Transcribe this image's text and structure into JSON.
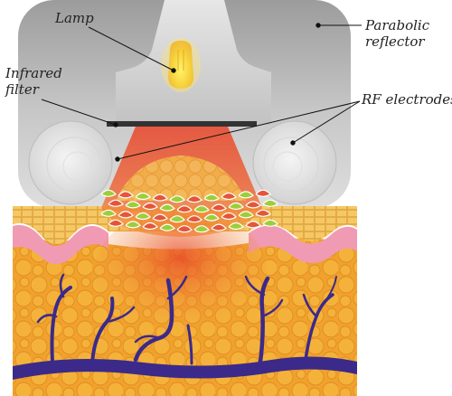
{
  "labels": {
    "lamp": "Lamp",
    "reflector_line1": "Parabolic",
    "reflector_line2": "reflector",
    "filter_line1": "Infrared",
    "filter_line2": "filter",
    "electrodes": "RF electrodes"
  },
  "colors": {
    "reflector": "#b9b9b9",
    "lamp_glow": "#f6d23c",
    "filter": "#333333",
    "light_cone": "#e8452a",
    "skin_top": "#f0c24a",
    "dermis_pink": "#f19ab4",
    "fat": "#f2a22a",
    "vessels": "#3b2a8a",
    "collagen_green": "#9bcf3a",
    "collagen_red": "#e4553a"
  }
}
